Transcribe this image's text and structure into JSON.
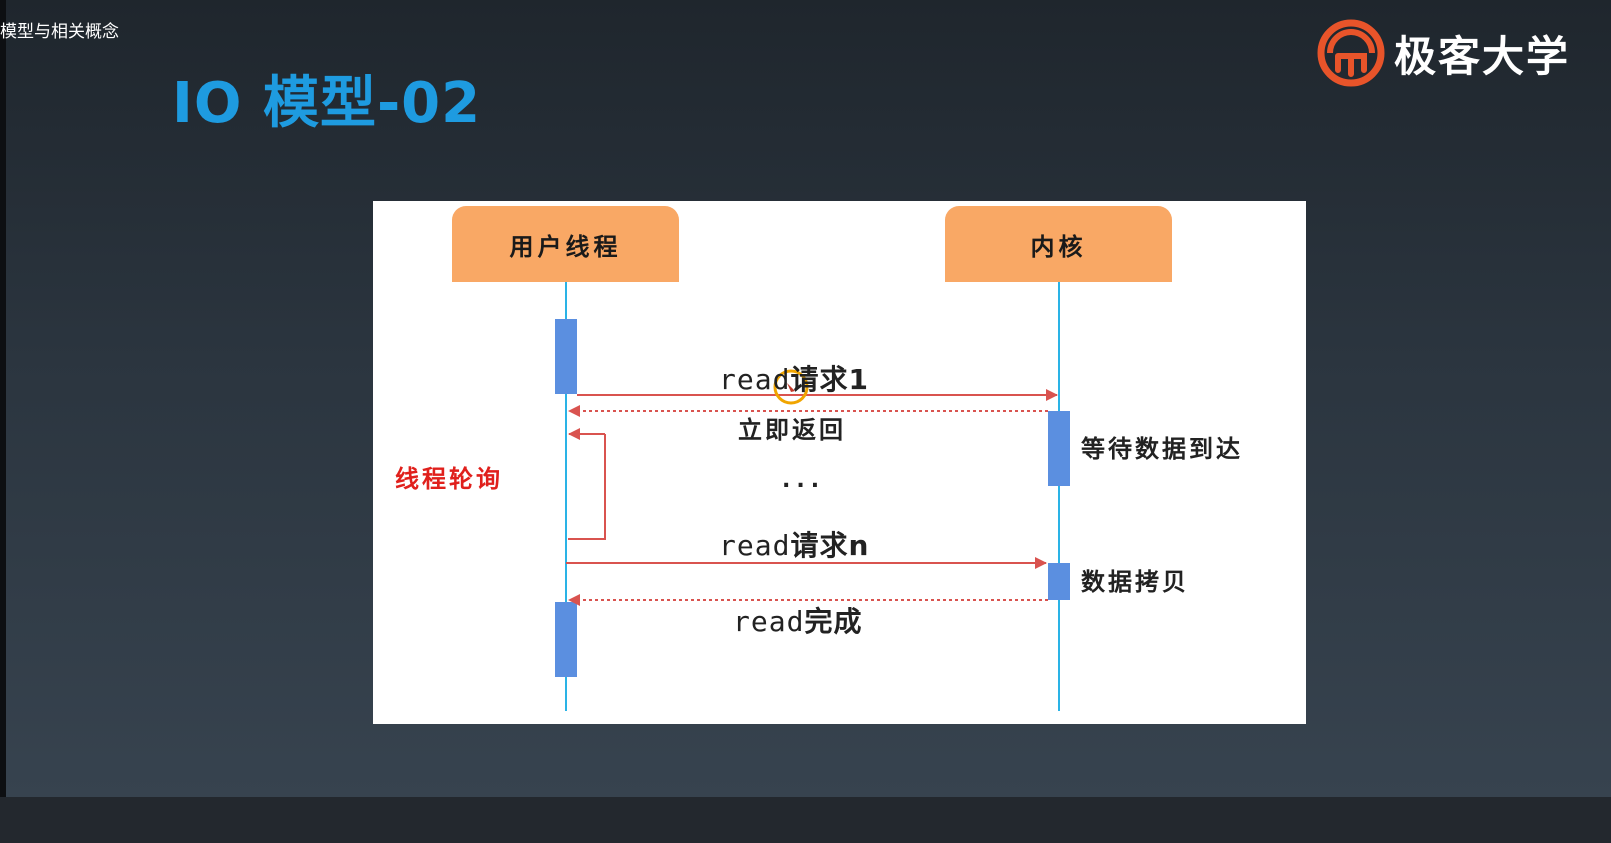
{
  "video": {
    "title": "模型与相关概念"
  },
  "slide": {
    "title": "IO 模型-02",
    "brand": "极客大学",
    "brand_color": "#e8542a",
    "title_color": "#1e9be0"
  },
  "diagram": {
    "actors": {
      "user_thread": "用户线程",
      "kernel": "内核"
    },
    "messages": {
      "read_request_1_prefix": "read",
      "read_request_1_cn": "请求1",
      "return_immediately": "立即返回",
      "ellipsis": "...",
      "read_request_n_prefix": "read",
      "read_request_n_cn": "请求n",
      "read_done_prefix": "read",
      "read_done_cn": "完成"
    },
    "notes": {
      "wait_for_data": "等待数据到达",
      "data_copy": "数据拷贝",
      "thread_polling": "线程轮询"
    },
    "colors": {
      "actor_box": "#f9a865",
      "lifeline": "#2ab3e6",
      "activation": "#5b8fe0",
      "arrow": "#d9534f",
      "polling_text": "#e0201c"
    }
  }
}
